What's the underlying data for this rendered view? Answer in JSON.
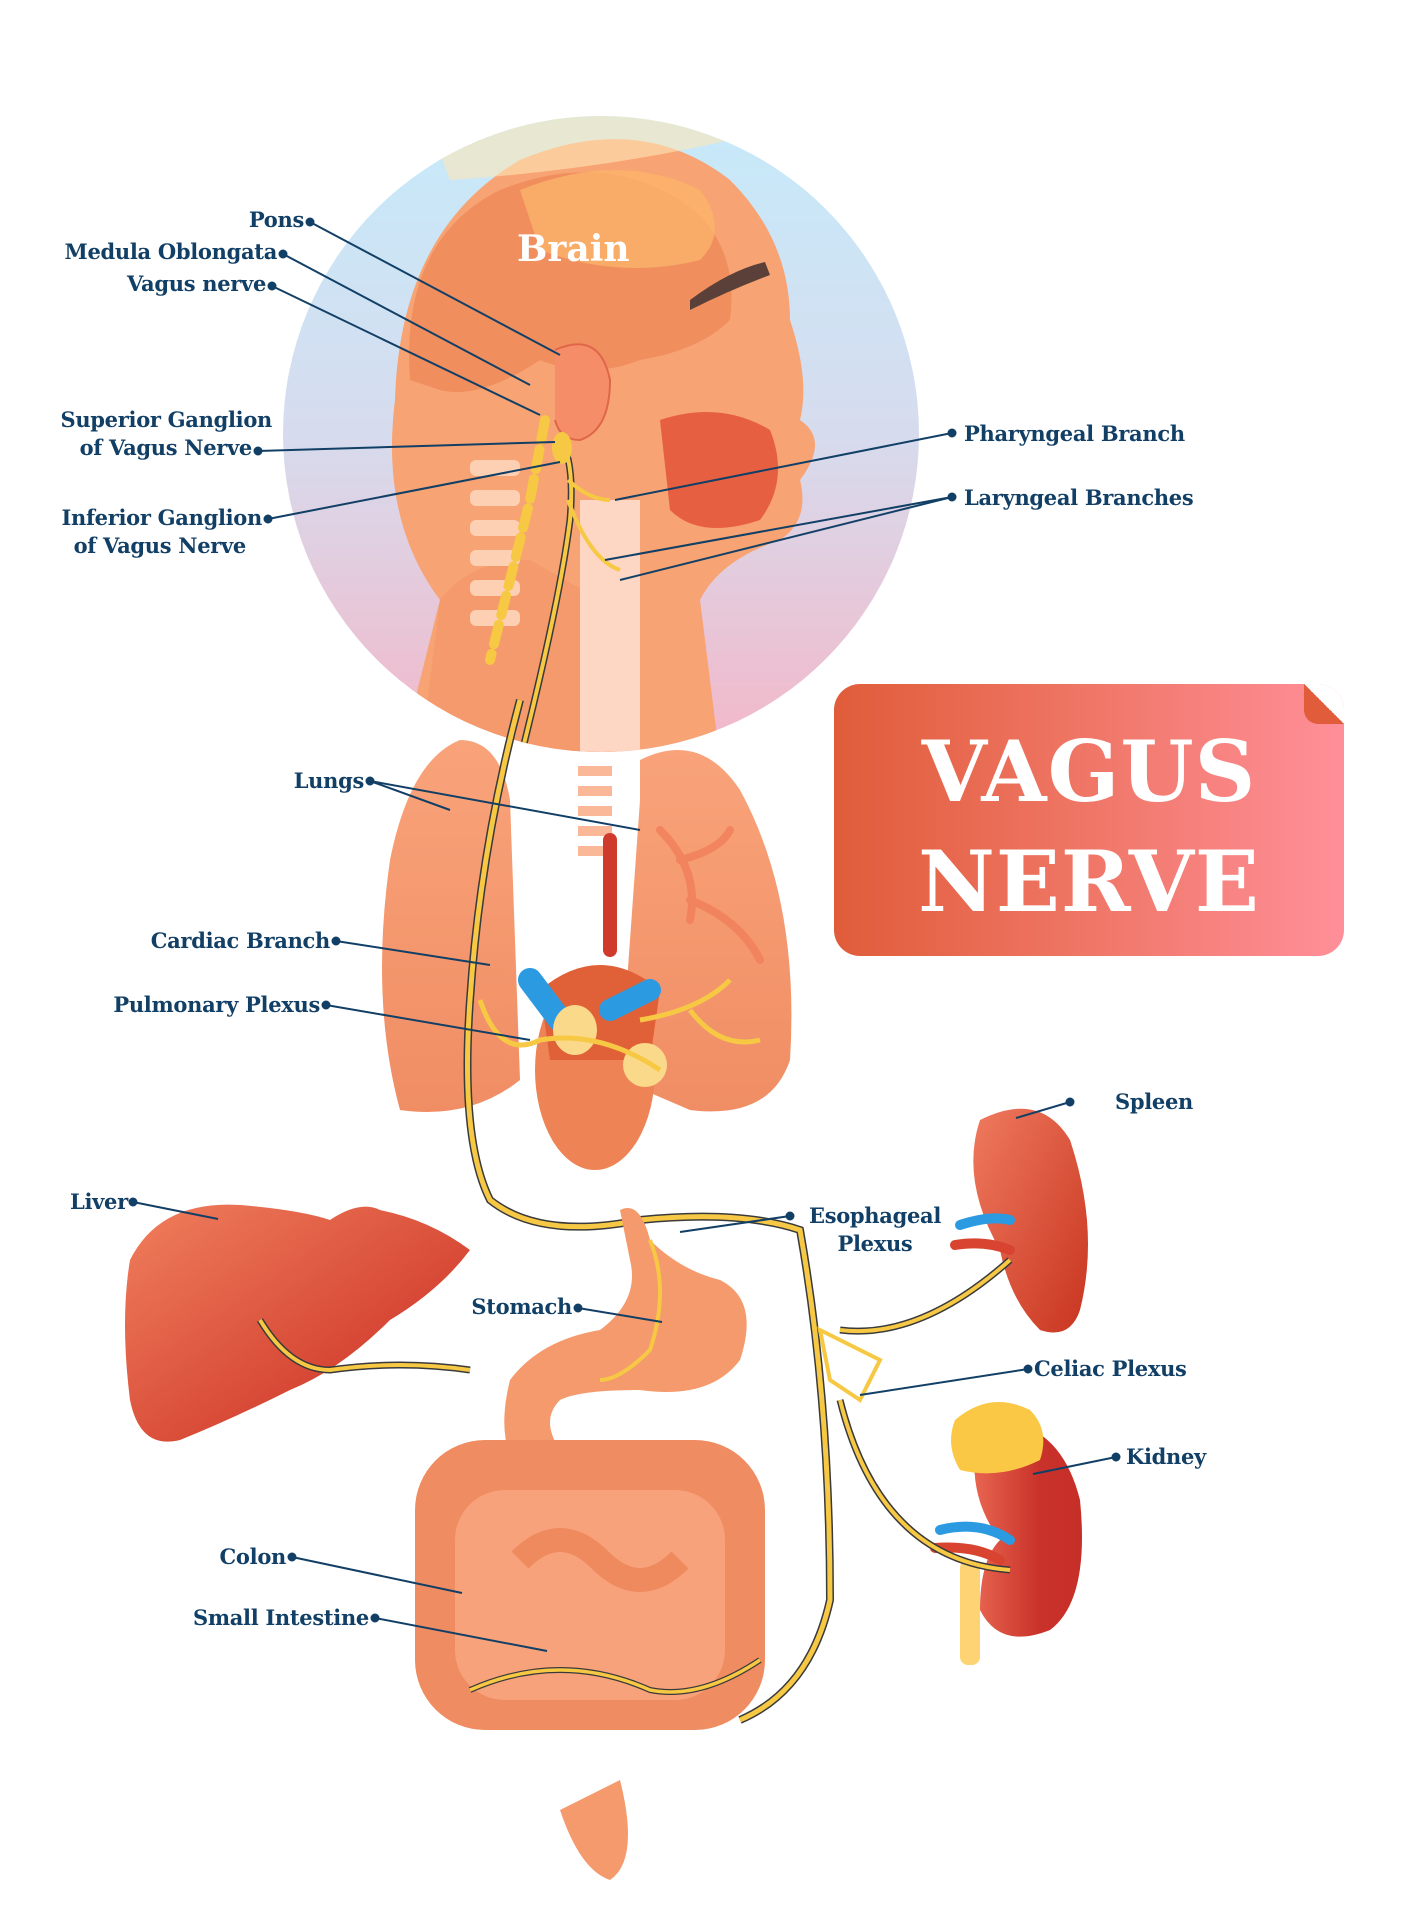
{
  "title": {
    "line1": "VAGUS",
    "line2": "NERVE"
  },
  "brain_label": "Brain",
  "labels": {
    "pons": "Pons",
    "medula_oblongata": "Medula Oblongata",
    "vagus_nerve": "Vagus nerve",
    "superior_ganglion_1": "Superior Ganglion",
    "superior_ganglion_2": "of Vagus Nerve",
    "inferior_ganglion_1": "Inferior Ganglion",
    "inferior_ganglion_2": "of Vagus Nerve",
    "pharyngeal_branch": "Pharyngeal Branch",
    "laryngeal_branches": "Laryngeal Branches",
    "lungs": "Lungs",
    "cardiac_branch": "Cardiac Branch",
    "pulmonary_plexus": "Pulmonary Plexus",
    "spleen": "Spleen",
    "liver": "Liver",
    "esophageal_plexus_1": "Esophageal",
    "esophageal_plexus_2": "Plexus",
    "stomach": "Stomach",
    "celiac_plexus": "Celiac Plexus",
    "kidney": "Kidney",
    "colon": "Colon",
    "small_intestine": "Small Intestine"
  },
  "colors": {
    "label_text": "#123f66",
    "leader_line": "#123f66",
    "nerve": "#f6c844",
    "nerve_outline": "#3a3a3a",
    "organ_orange": "#f4936a",
    "organ_red": "#d8442f",
    "vein_blue": "#2b9ae0",
    "banner_start": "#e05c3a",
    "banner_end": "#ff8f99"
  }
}
